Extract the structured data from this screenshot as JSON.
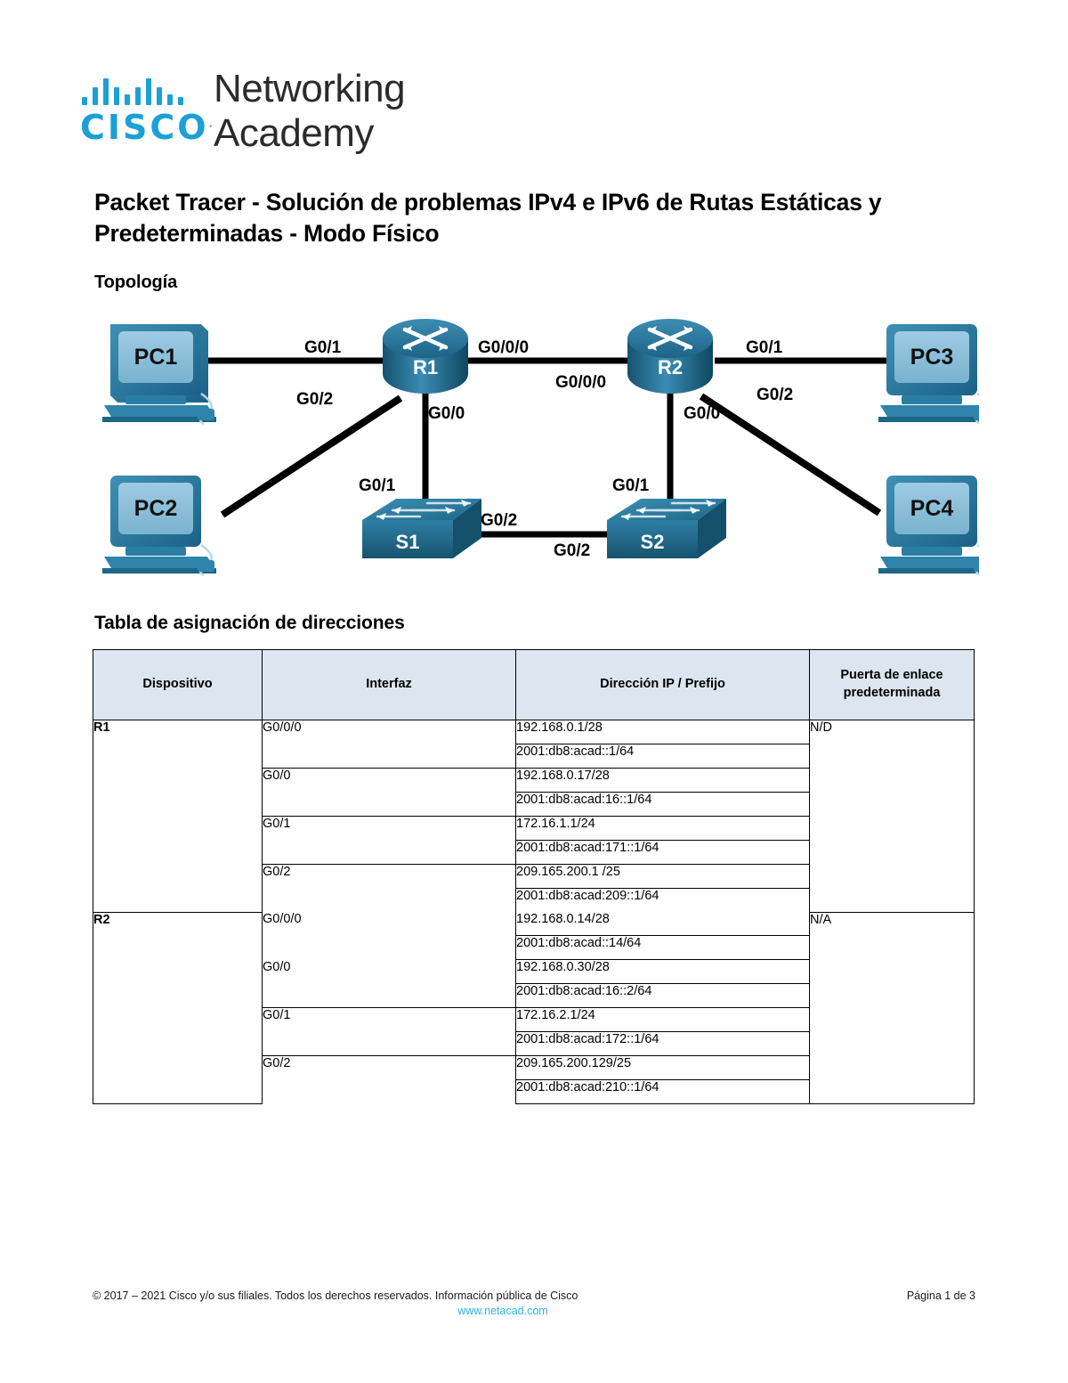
{
  "brand": {
    "cisco_wordmark": "CISCO",
    "trademark": ".",
    "line1": "Networking",
    "line2": "Academy",
    "accent_color": "#1ba0d7"
  },
  "document": {
    "title": "Packet Tracer - Solución de problemas IPv4 e IPv6 de Rutas Estáticas y Predeterminadas - Modo Físico",
    "section_topology": "Topología",
    "section_table": "Tabla de asignación de direcciones"
  },
  "topology": {
    "nodes": [
      {
        "id": "pc1",
        "label": "PC1",
        "type": "pc"
      },
      {
        "id": "pc2",
        "label": "PC2",
        "type": "pc"
      },
      {
        "id": "pc3",
        "label": "PC3",
        "type": "pc"
      },
      {
        "id": "pc4",
        "label": "PC4",
        "type": "pc"
      },
      {
        "id": "r1",
        "label": "R1",
        "type": "router"
      },
      {
        "id": "r2",
        "label": "R2",
        "type": "router"
      },
      {
        "id": "s1",
        "label": "S1",
        "type": "switch"
      },
      {
        "id": "s2",
        "label": "S2",
        "type": "switch"
      }
    ],
    "link_labels": {
      "r1_pc1": "G0/1",
      "r1_pc2": "G0/2",
      "r1_r2_left": "G0/0/0",
      "r1_r2_right": "G0/0/0",
      "r1_s1": "G0/0",
      "s1_r1": "G0/1",
      "s1_s2": "G0/2",
      "s2_s1": "G0/2",
      "r2_pc3": "G0/1",
      "r2_pc4": "G0/2",
      "r2_s2": "G0/0",
      "s2_r2": "G0/1"
    },
    "colors": {
      "device_blue": "#2b7ca3",
      "device_blue_dark": "#195874",
      "device_blue_light": "#4a9cc0",
      "screen_blue": "#8cc0dc",
      "link_black": "#000000"
    }
  },
  "table": {
    "headers": [
      "Dispositivo",
      "Interfaz",
      "Dirección IP / Prefijo",
      "Puerta de enlace predeterminada"
    ],
    "header_bg": "#dce6f1",
    "devices": [
      {
        "device": "R1",
        "gateway": "N/D",
        "interfaces": [
          {
            "name": "G0/0/0",
            "addresses": [
              "192.168.0.1/28",
              "2001:db8:acad::1/64"
            ]
          },
          {
            "name": "G0/0",
            "addresses": [
              "192.168.0.17/28",
              "2001:db8:acad:16::1/64"
            ]
          },
          {
            "name": "G0/1",
            "addresses": [
              "172.16.1.1/24",
              "2001:db8:acad:171::1/64"
            ]
          },
          {
            "name": "G0/2",
            "addresses": [
              "209.165.200.1 /25",
              "2001:db8:acad:209::1/64"
            ]
          }
        ]
      },
      {
        "device": "R2",
        "gateway": "N/A",
        "interfaces": [
          {
            "name": "G0/0/0",
            "addresses": [
              "192.168.0.14/28",
              "2001:db8:acad::14/64"
            ]
          },
          {
            "name": "G0/0",
            "addresses": [
              "192.168.0.30/28",
              "2001:db8:acad:16::2/64"
            ]
          },
          {
            "name": "G0/1",
            "addresses": [
              "172.16.2.1/24",
              "2001:db8:acad:172::1/64"
            ]
          },
          {
            "name": "G0/2",
            "addresses": [
              "209.165.200.129/25",
              "2001:db8:acad:210::1/64"
            ]
          }
        ]
      }
    ]
  },
  "footer": {
    "copyright": "© 2017 – 2021 Cisco y/o sus filiales. Todos los derechos reservados. Información pública de Cisco",
    "page": "Página 1 de 3",
    "link": "www.netacad.com",
    "link_color": "#29b6e8"
  }
}
